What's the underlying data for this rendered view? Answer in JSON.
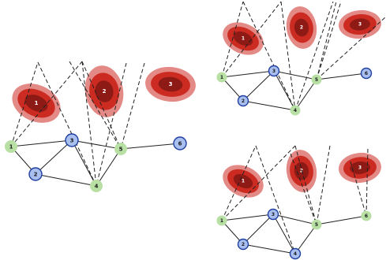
{
  "panels": [
    {
      "id": "left",
      "regions": [
        {
          "label": "1"
        },
        {
          "label": "2"
        },
        {
          "label": "3"
        }
      ],
      "nodes": [
        {
          "label": "1",
          "type": "green"
        },
        {
          "label": "2",
          "type": "blue"
        },
        {
          "label": "3",
          "type": "blue"
        },
        {
          "label": "4",
          "type": "green"
        },
        {
          "label": "5",
          "type": "green"
        },
        {
          "label": "6",
          "type": "blue"
        }
      ]
    },
    {
      "id": "top-right",
      "regions": [
        {
          "label": "1"
        },
        {
          "label": "2"
        },
        {
          "label": "3"
        }
      ],
      "nodes": [
        {
          "label": "1",
          "type": "green"
        },
        {
          "label": "2",
          "type": "blue"
        },
        {
          "label": "3",
          "type": "blue"
        },
        {
          "label": "4",
          "type": "green"
        },
        {
          "label": "5",
          "type": "green"
        },
        {
          "label": "6",
          "type": "blue"
        }
      ]
    },
    {
      "id": "bottom-right",
      "regions": [
        {
          "label": "1"
        },
        {
          "label": "2"
        },
        {
          "label": "3"
        }
      ],
      "nodes": [
        {
          "label": "1",
          "type": "green"
        },
        {
          "label": "2",
          "type": "blue"
        },
        {
          "label": "3",
          "type": "blue"
        },
        {
          "label": "4",
          "type": "blue"
        },
        {
          "label": "5",
          "type": "green"
        },
        {
          "label": "6",
          "type": "green"
        }
      ]
    }
  ],
  "edges": [
    [
      "1",
      "2"
    ],
    [
      "1",
      "3"
    ],
    [
      "2",
      "3"
    ],
    [
      "2",
      "4"
    ],
    [
      "3",
      "4"
    ],
    [
      "3",
      "5"
    ],
    [
      "4",
      "5"
    ],
    [
      "5",
      "6"
    ]
  ],
  "colors": {
    "node_green": "#b8e0a4",
    "node_blue_fill": "#a9bff0",
    "node_blue_stroke": "#1f3f9f",
    "region_outer": "#e48a86",
    "region_mid": "#cc2b22",
    "region_inner": "#8e1a15"
  }
}
